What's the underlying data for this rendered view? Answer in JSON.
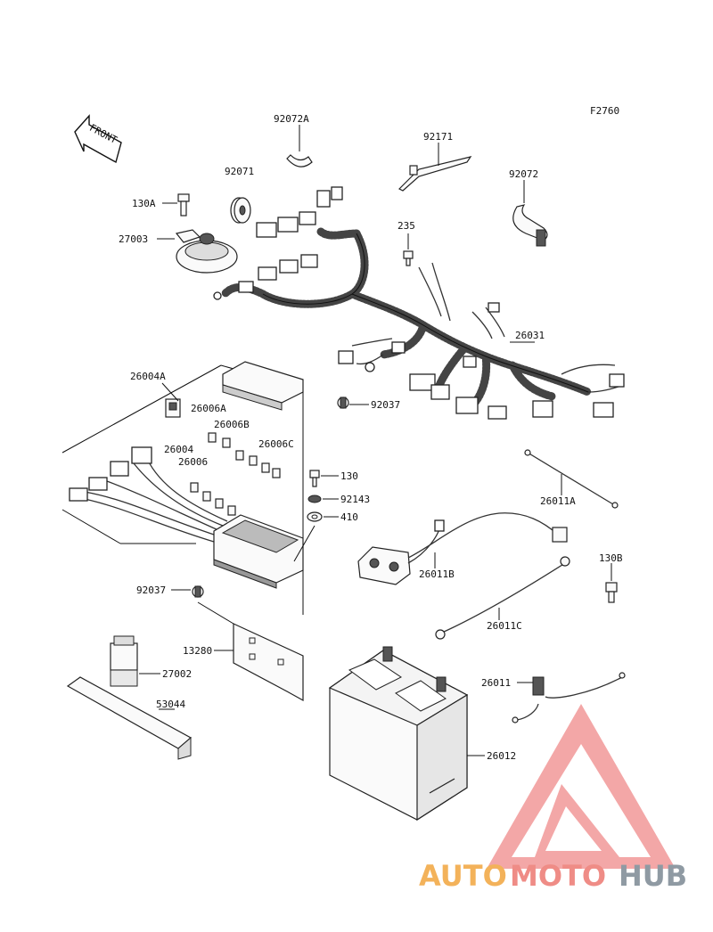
{
  "figure_code": "F2760",
  "front_label": "FRONT",
  "watermark": {
    "brand_part1": "AUTO",
    "brand_part2": "MOTO",
    "brand_part3": "HUB",
    "color_part1": "#f3b25a",
    "color_part2": "#ef8c86",
    "color_part3": "#8f9aa3"
  },
  "callouts": {
    "c92072A": "92072A",
    "c92171": "92171",
    "c92071": "92071",
    "c92072": "92072",
    "c130A": "130A",
    "c27003": "27003",
    "c235": "235",
    "c26031": "26031",
    "c26004A": "26004A",
    "c26006A": "26006A",
    "c26006B": "26006B",
    "c26006C": "26006C",
    "c26004": "26004",
    "c26006": "26006",
    "c92037a": "92037",
    "c130": "130",
    "c92143": "92143",
    "c410": "410",
    "c26011A": "26011A",
    "c26011B": "26011B",
    "c130B": "130B",
    "c92037b": "92037",
    "c26011C": "26011C",
    "c13280": "13280",
    "c27002": "27002",
    "c53044": "53044",
    "c26011": "26011",
    "c26012": "26012"
  }
}
